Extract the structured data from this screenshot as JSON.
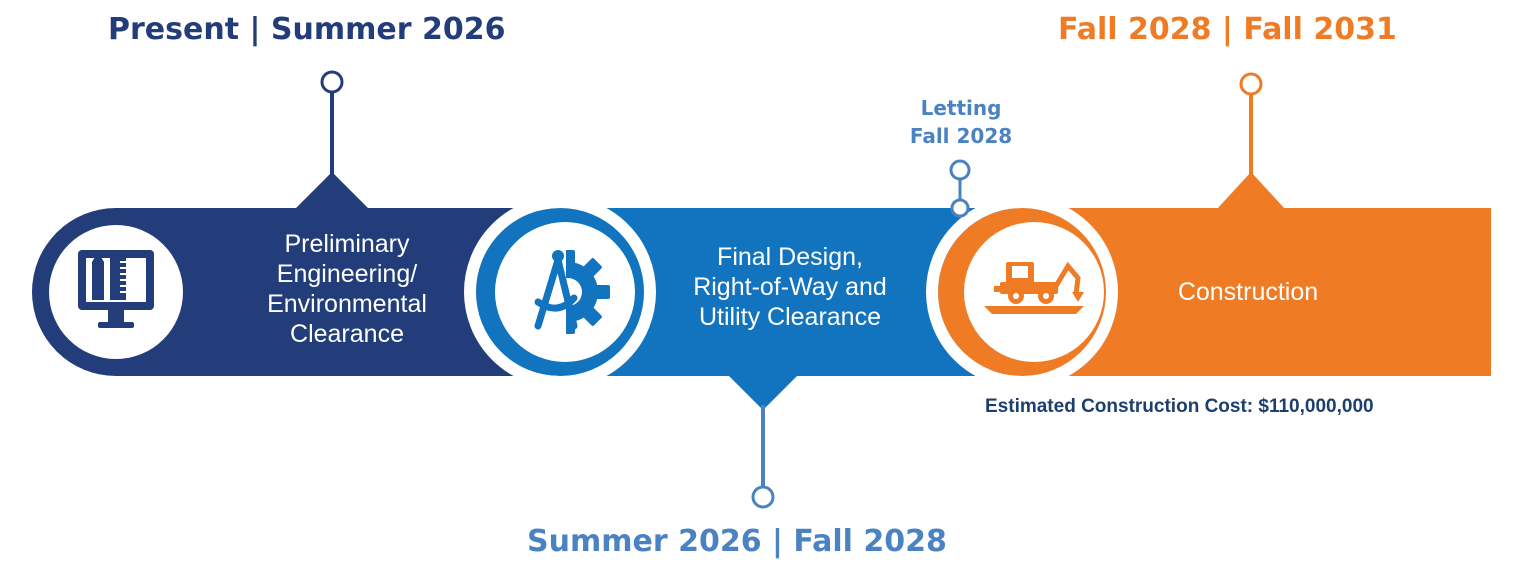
{
  "colors": {
    "navy": "#233d7a",
    "blue": "#1273bf",
    "light_blue": "#4a82c2",
    "orange": "#f07b25",
    "text_dark": "#1d3f6e"
  },
  "phases": [
    {
      "lines": [
        "Preliminary",
        "Engineering/",
        "Environmental",
        "Clearance"
      ],
      "icon": "monitor-ruler-pencil-icon",
      "date_label": "Present | Summer 2026"
    },
    {
      "lines": [
        "Final Design,",
        "Right-of-Way and",
        "Utility Clearance"
      ],
      "icon": "gear-compass-icon",
      "date_label": "Summer 2026 | Fall 2028"
    },
    {
      "lines": [
        "Construction"
      ],
      "icon": "tractor-backhoe-icon",
      "date_label": "Fall 2028 | Fall 2031"
    }
  ],
  "letting": {
    "lines": [
      "Letting",
      "Fall 2028"
    ]
  },
  "cost_note": "Estimated Construction Cost: $110,000,000"
}
